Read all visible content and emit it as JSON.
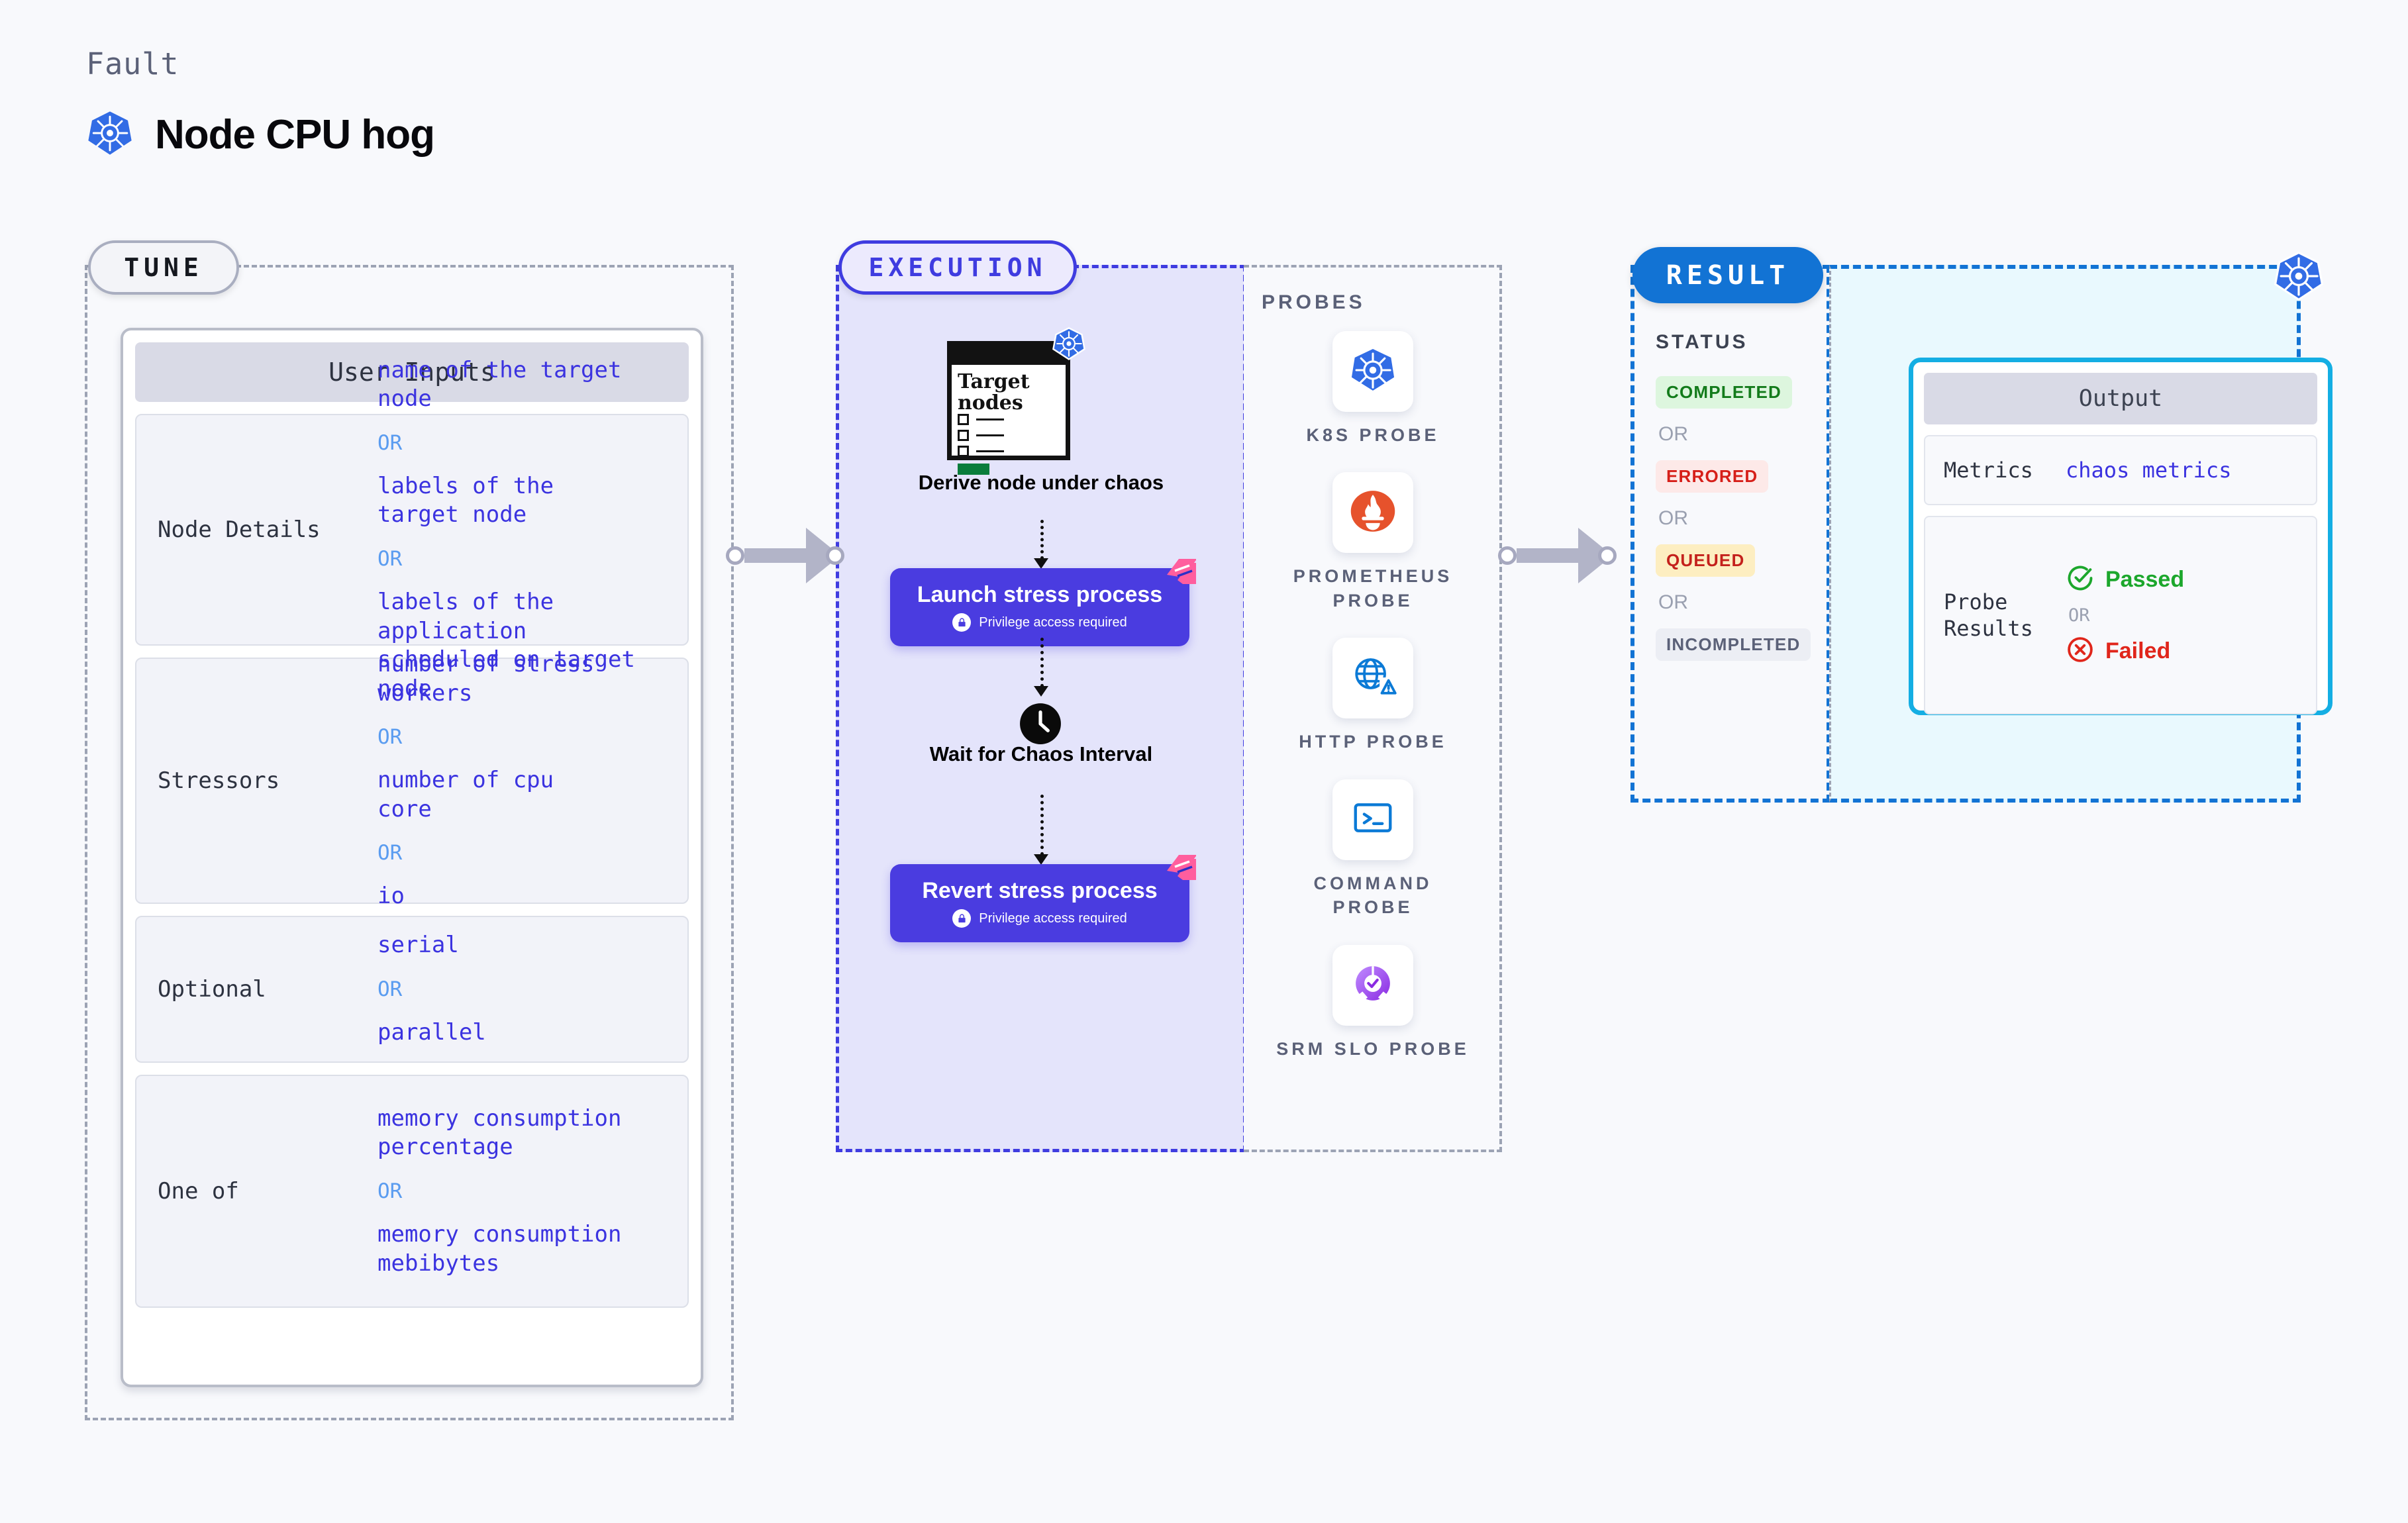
{
  "header": {
    "kicker": "Fault",
    "title": "Node CPU hog",
    "icon": "kubernetes-icon"
  },
  "tune": {
    "tab_label": "TUNE",
    "card_title": "User Inputs",
    "rows": [
      {
        "label": "Node Details",
        "values": [
          "name of the target\nnode",
          "labels of the\ntarget node",
          "labels of the application\n scheduled on target node"
        ],
        "separator": "OR"
      },
      {
        "label": "Stressors",
        "values": [
          "number of stress\nworkers",
          "number of cpu\ncore",
          "io"
        ],
        "separator": "OR"
      },
      {
        "label": "Optional",
        "values": [
          "serial",
          "parallel"
        ],
        "separator": "OR"
      },
      {
        "label": "One of",
        "values": [
          "memory consumption\npercentage",
          "memory consumption\nmebibytes"
        ],
        "separator": "OR"
      }
    ]
  },
  "execution": {
    "tab_label": "EXECUTION",
    "target_card": {
      "title": "Target\nnodes",
      "icon": "kubernetes-icon"
    },
    "steps": [
      {
        "caption": "Derive node under\nchaos"
      },
      {
        "caption": "Wait for Chaos\nInterval"
      }
    ],
    "process_boxes": [
      {
        "title": "Launch stress\nprocess",
        "note": "Privilege access required",
        "icon": "lock-icon",
        "badge": "harness-icon"
      },
      {
        "title": "Revert stress\nprocess",
        "note": "Privilege access required",
        "icon": "lock-icon",
        "badge": "harness-icon"
      }
    ]
  },
  "probes": {
    "section_label": "PROBES",
    "items": [
      {
        "name": "K8S PROBE",
        "icon": "kubernetes-icon"
      },
      {
        "name": "PROMETHEUS\nPROBE",
        "icon": "prometheus-icon"
      },
      {
        "name": "HTTP PROBE",
        "icon": "globe-warning-icon"
      },
      {
        "name": "COMMAND\nPROBE",
        "icon": "terminal-icon"
      },
      {
        "name": "SRM SLO\nPROBE",
        "icon": "slo-donut-icon"
      }
    ]
  },
  "result": {
    "tab_label": "RESULT",
    "status_label": "STATUS",
    "separator": "OR",
    "statuses": [
      {
        "label": "COMPLETED",
        "bg": "#ddf6de",
        "fg": "#137b1b"
      },
      {
        "label": "ERRORED",
        "bg": "#fde9e8",
        "fg": "#d61f19"
      },
      {
        "label": "QUEUED",
        "bg": "#fdeec1",
        "fg": "#c4211c"
      },
      {
        "label": "INCOMPLETED",
        "bg": "#eceef4",
        "fg": "#5b6178"
      }
    ]
  },
  "output": {
    "card_title": "Output",
    "metrics_label": "Metrics",
    "metrics_value": "chaos metrics",
    "probe_results_label": "Probe\nResults",
    "passed_label": "Passed",
    "failed_label": "Failed",
    "separator": "OR",
    "corner_icon": "kubernetes-icon"
  },
  "colors": {
    "accent_blue": "#1273d4",
    "exec_purple": "#3f3ce0",
    "output_cyan": "#14aee3",
    "value_indigo": "#3b33e0",
    "or_blue": "#5b9cf0"
  }
}
